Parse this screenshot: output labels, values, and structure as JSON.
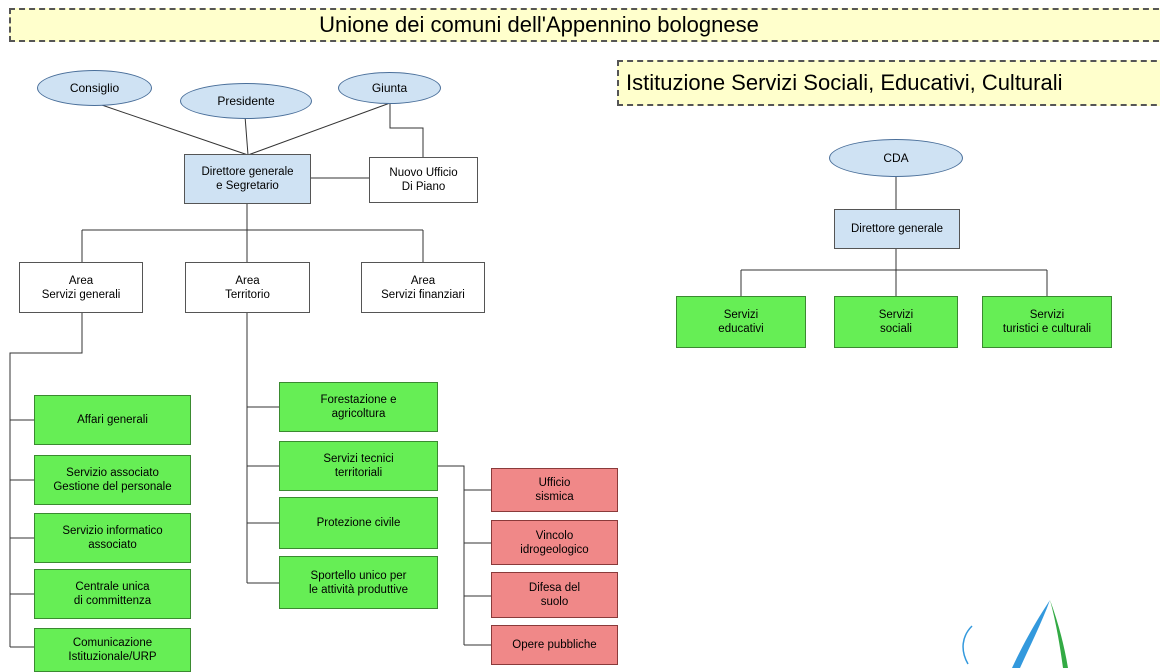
{
  "title": "Unione dei comuni dell'Appennino bolognese",
  "subtitle": "Istituzione Servizi Sociali, Educativi, Culturali",
  "governance": {
    "consiglio": "Consiglio",
    "presidente": "Presidente",
    "giunta": "Giunta",
    "direttore": "Direttore generale\ne Segretario",
    "ufficio_piano": "Nuovo Ufficio\nDi Piano"
  },
  "areas": {
    "servizi_generali": "Area\nServizi generali",
    "territorio": "Area\nTerritorio",
    "servizi_finanziari": "Area\nServizi finanziari"
  },
  "servizi_generali_units": [
    "Affari generali",
    "Servizio associato\nGestione del personale",
    "Servizio informatico\nassociato",
    "Centrale unica\ndi committenza",
    "Comunicazione\nIstituzionale/URP"
  ],
  "territorio_units": [
    "Forestazione e\nagricoltura",
    "Servizi tecnici\nterritoriali",
    "Protezione civile",
    "Sportello unico per\nle attività produttive"
  ],
  "servizi_tecnici_units": [
    "Ufficio\nsismica",
    "Vincolo\nidrogeologico",
    "Difesa del\nsuolo",
    "Opere pubbliche"
  ],
  "istituzione": {
    "cda": "CDA",
    "direttore": "Direttore generale",
    "services": [
      "Servizi\neducativi",
      "Servizi\nsociali",
      "Servizi\nturistici e culturali"
    ]
  },
  "colors": {
    "governance_fill": "#cfe2f3",
    "unit_fill": "#66ee55",
    "sub_unit_fill": "#f08888",
    "banner_fill": "#ffffcc",
    "logo_blue": "#3399dd",
    "logo_green": "#33aa44"
  }
}
